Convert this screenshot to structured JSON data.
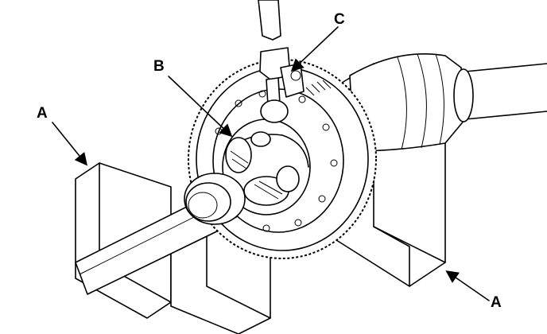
{
  "callouts": {
    "a_left": "A",
    "b": "B",
    "c": "C",
    "a_right": "A"
  }
}
